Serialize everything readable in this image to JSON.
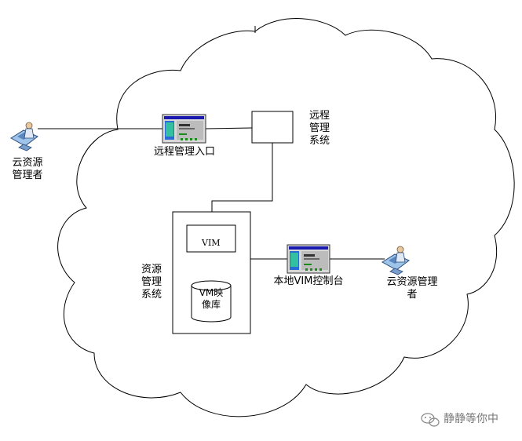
{
  "diagram": {
    "remote_system_label": "远程管理系统",
    "remote_entry_label": "远程管理入口",
    "resource_system_label": "资源管理系统",
    "vim_label": "VIM",
    "vim_image_label": "VM映像库",
    "local_console_label": "本地VIM控制台",
    "admin_left_label": "云资源管理者",
    "admin_right_label": "云资源管理者"
  },
  "watermark": {
    "text": "静静等你中"
  }
}
